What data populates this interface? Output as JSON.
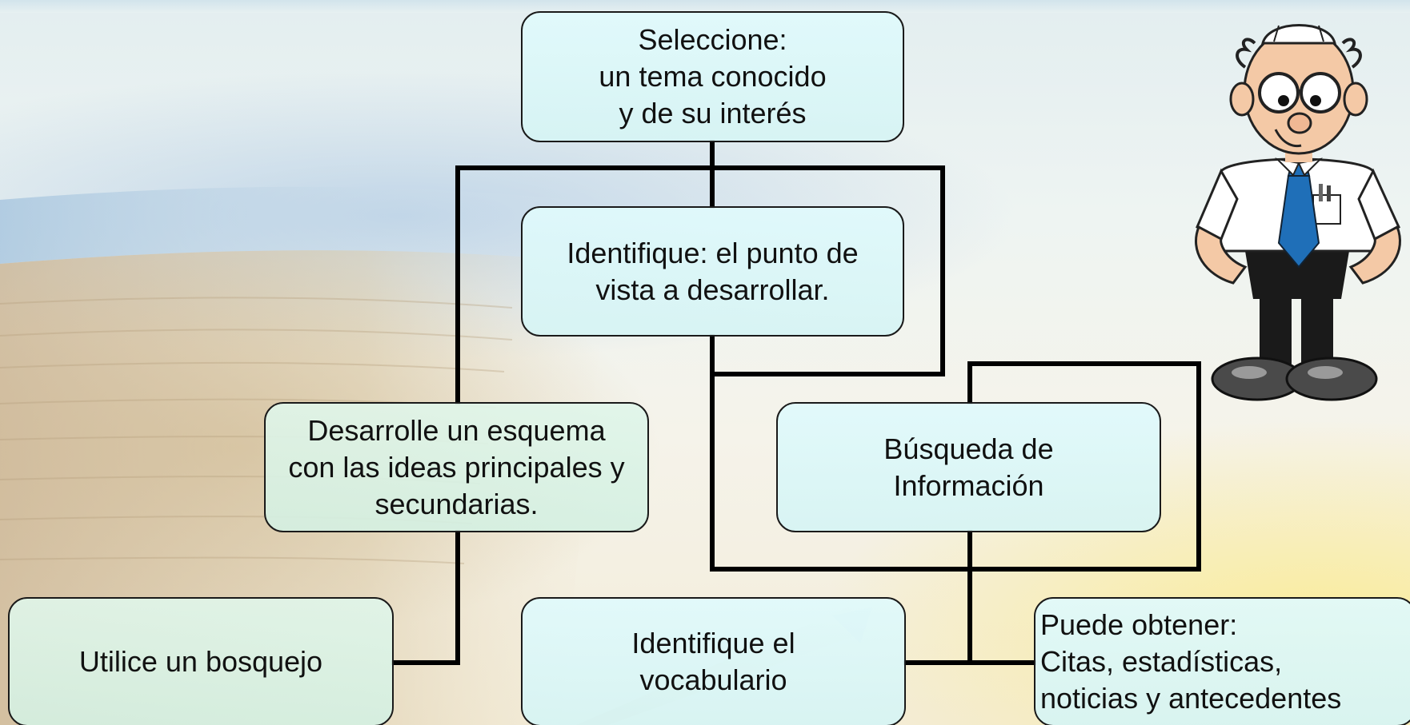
{
  "diagram": {
    "nodes": {
      "select_topic": {
        "lines": [
          "Seleccione:",
          "un tema conocido",
          "y de su interés"
        ]
      },
      "identify_viewpoint": {
        "lines": [
          "Identifique: el punto de",
          "vista a desarrollar."
        ]
      },
      "develop_outline": {
        "lines": [
          "Desarrolle un esquema",
          "con las ideas principales y",
          "secundarias."
        ]
      },
      "search_info": {
        "lines": [
          "Búsqueda de",
          "Información"
        ]
      },
      "use_sketch": {
        "lines": [
          "Utilice un bosquejo"
        ]
      },
      "identify_vocabulary": {
        "lines": [
          "Identifique el",
          "vocabulario"
        ]
      },
      "can_obtain": {
        "lines": [
          "Puede obtener:",
          "Citas, estadísticas,",
          "noticias y antecedentes"
        ]
      }
    },
    "colors": {
      "box_fill": "#dff9fb",
      "box_fill_green": "#e0f6ea",
      "line": "#000000"
    }
  },
  "illustration": {
    "icon": "cartoon-teacher-icon"
  }
}
